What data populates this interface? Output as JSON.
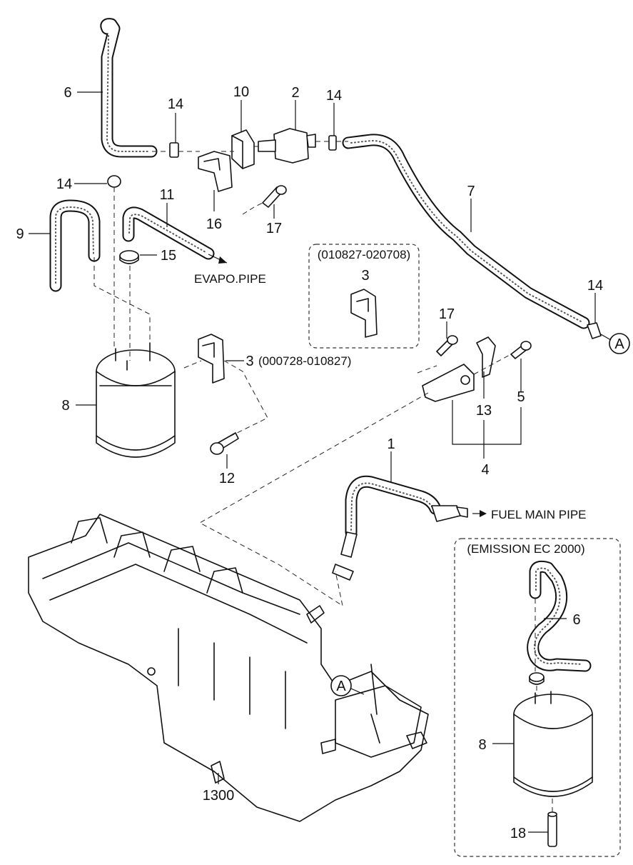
{
  "labels": {
    "p6": "6",
    "p10": "10",
    "p2": "2",
    "p14a": "14",
    "p14b": "14",
    "p14c": "14",
    "p14d": "14",
    "p7": "7",
    "p11": "11",
    "p9": "9",
    "p16": "16",
    "p17a": "17",
    "p15": "15",
    "evapo": "EVAPO.PIPE",
    "p3a": "3",
    "p3b": "3",
    "p3b_range": "(000728-010827)",
    "p17b": "17",
    "p5": "5",
    "p13": "13",
    "p4": "4",
    "p8a": "8",
    "p12": "12",
    "p1": "1",
    "fuel_main": "FUEL MAIN PIPE",
    "p1300": "1300",
    "p6b": "6",
    "p8b": "8",
    "p18": "18",
    "ref_a1": "A",
    "ref_a2": "A"
  },
  "boxes": {
    "range_box": "(010827-020708)",
    "emission_box": "(EMISSION EC 2000)"
  }
}
